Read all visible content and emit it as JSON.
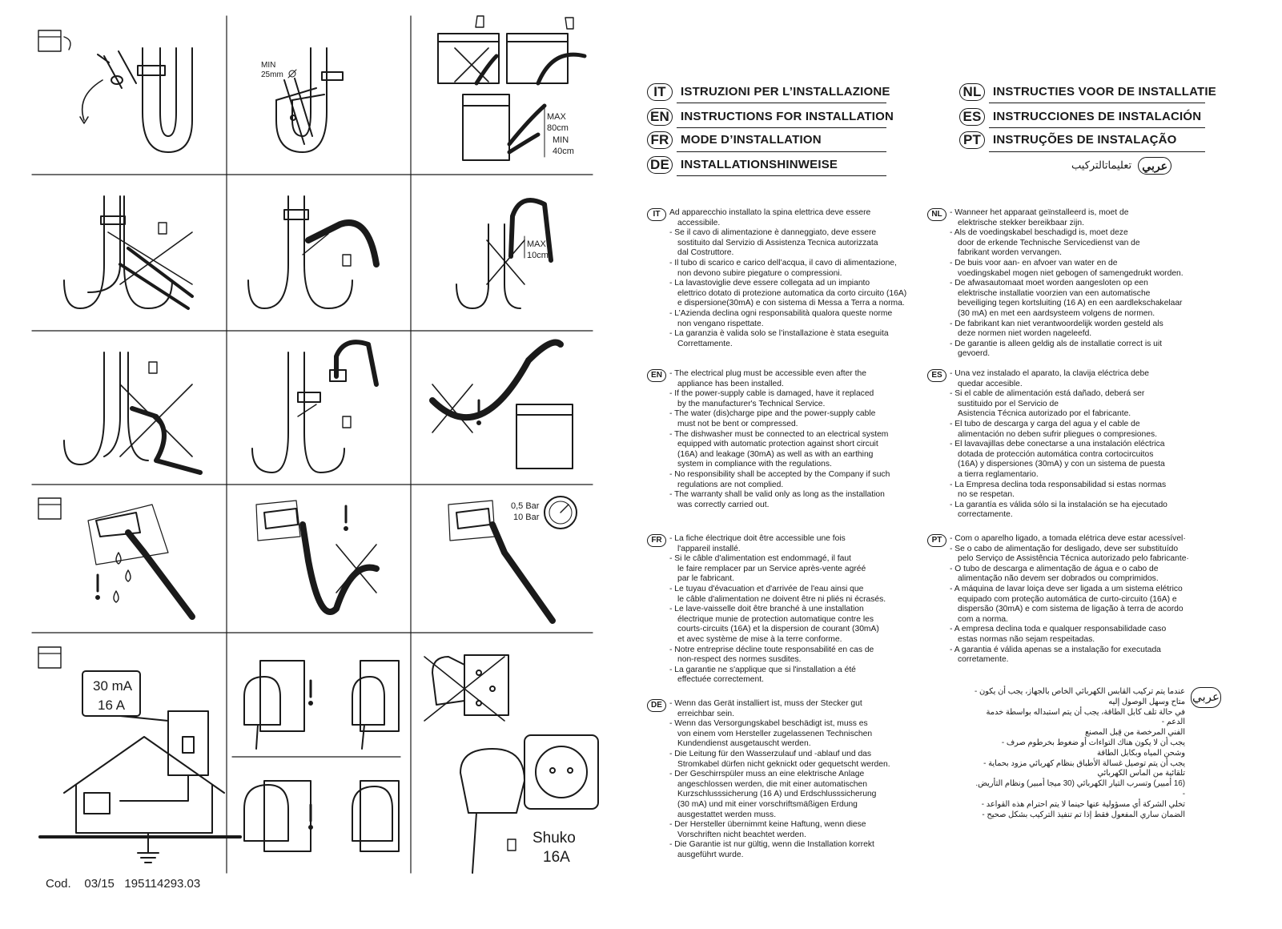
{
  "headers": {
    "IT": {
      "code": "IT",
      "title": "ISTRUZIONI PER L’INSTALLAZIONE"
    },
    "EN": {
      "code": "EN",
      "title": "INSTRUCTIONS FOR INSTALLATION"
    },
    "FR": {
      "code": "FR",
      "title": "MODE D’INSTALLATION"
    },
    "DE": {
      "code": "DE",
      "title": "INSTALLATIONSHINWEISE"
    },
    "NL": {
      "code": "NL",
      "title": "INSTRUCTIES VOOR DE INSTALLATIE"
    },
    "ES": {
      "code": "ES",
      "title": "INSTRUCCIONES DE INSTALACIÓN"
    },
    "PT": {
      "code": "PT",
      "title": "INSTRUÇÕES DE INSTALAÇÃO"
    },
    "AR": {
      "code": "عربي",
      "title": "تعليماتالتركيب"
    }
  },
  "sections": {
    "IT": [
      "Ad apparecchio installato la spina elettrica deve essere",
      "accessibile.",
      "- Se il cavo di alimentazione è danneggiato, deve essere",
      "sostituito dal Servizio di Assistenza Tecnica autorizzata",
      "dal Costruttore.",
      "- Il tubo di scarico e carico dell’acqua, il cavo di alimentazione,",
      "non devono subire piegature o compressioni.",
      "- La lavastoviglie deve essere collegata ad un impianto",
      "elettrico dotato di protezione automatica da corto circuito (16A)",
      "e dispersione(30mA)  e con sistema di Messa a Terra a norma.",
      "- L’Azienda declina ogni responsabilità qualora queste norme",
      "non vengano rispettate.",
      "- La garanzia è valida solo se l’installazione è stata eseguita",
      "Correttamente."
    ],
    "EN": [
      "- The electrical plug must be accessible even after the",
      "appliance has been installed.",
      "- If the power-supply cable is damaged, have it replaced",
      "by the manufacturer's Technical Service.",
      "- The water (dis)charge pipe and the power-supply cable",
      "must not be bent or compressed.",
      "- The dishwasher must be connected to an electrical system",
      "equipped with automatic protection  against short circuit",
      "(16A) and leakage (30mA) as well as with an earthing",
      "system in compliance with the regulations.",
      "- No responsibility shall be accepted by the Company if such",
      "regulations are not complied.",
      "- The warranty shall be valid only as long as the installation",
      "was correctly carried out."
    ],
    "FR": [
      "- La fiche électrique doit être accessible une fois",
      "l'appareil installé.",
      "- Si le câble d'alimentation est endommagé, il faut",
      "le faire remplacer par un Service après-vente agréé",
      "par le fabricant.",
      "- Le tuyau d'évacuation et d'arrivée de l'eau ainsi que",
      "le câble d'alimentation ne doivent être ni pliés ni écrasés.",
      "- Le lave-vaisselle doit être branché à une installation",
      "électrique munie de protection automatique contre les",
      "courts-circuits (16A) et la dispersion de courant (30mA)",
      "et avec système de mise à la terre conforme.",
      "- Notre entreprise décline toute responsabilité en cas de",
      "non-respect des normes susdites.",
      "- La garantie ne s'applique que si l'installation a été",
      "effectuée correctement."
    ],
    "DE": [
      "- Wenn das Gerät installiert ist, muss der Stecker gut",
      "erreichbar sein.",
      "- Wenn das Versorgungskabel beschädigt ist, muss es",
      "von einem vom Hersteller zugelassenen Technischen",
      "Kundendienst ausgetauscht werden.",
      "- Die Leitung für den Wasserzulauf und -ablauf und das",
      "Stromkabel dürfen nicht geknickt oder gequetscht werden.",
      "- Der Geschirrspüler muss an eine elektrische Anlage",
      "angeschlossen werden, die mit einer automatischen",
      "Kurzschlusssicherung (16 A) und Erdschlusssicherung",
      "(30 mA) und mit einer vorschriftsmäßigen Erdung",
      "ausgestattet werden muss.",
      "- Der Hersteller übernimmt keine Haftung, wenn diese",
      "Vorschriften nicht beachtet werden.",
      "- Die Garantie ist nur gültig, wenn die Installation korrekt",
      "ausgeführt wurde."
    ],
    "NL": [
      "- Wanneer het apparaat geïnstalleerd is, moet de",
      "elektrische stekker bereikbaar zijn.",
      "- Als de voedingskabel beschadigd is, moet deze",
      "door de erkende Technische Servicedienst van de",
      "fabrikant worden vervangen.",
      "- De buis voor aan- en afvoer van water en de",
      "voedingskabel mogen niet gebogen of samengedrukt worden.",
      "- De afwasautomaat moet worden aangesloten op een",
      "elektrische installatie voorzien van een automatische",
      "beveiliging tegen kortsluiting (16 A) en een aardlekschakelaar",
      "(30 mA) en met een aardsysteem volgens de normen.",
      "- De fabrikant kan niet verantwoordelijk worden gesteld als",
      "deze normen niet worden nageleefd.",
      "- De garantie is alleen geldig als de installatie correct is uit",
      "gevoerd."
    ],
    "ES": [
      "- Una vez instalado el aparato, la clavija eléctrica debe",
      "quedar accesible.",
      "- Si el cable de alimentación está dañado, deberá ser",
      "sustituido por el Servicio de",
      "Asistencia Técnica autorizado por el fabricante.",
      "- El tubo de descarga y carga del agua y el cable de",
      "alimentación no deben sufrir pliegues o compresiones.",
      "- El lavavajillas debe conectarse a una instalación eléctrica",
      "dotada de protección automática contra cortocircuitos",
      "(16A) y dispersiones (30mA) y con un sistema de puesta",
      "a tierra reglamentario.",
      "- La Empresa declina toda responsabilidad si estas normas",
      "no se respetan.",
      "- La garantía es válida sólo si la instalación se ha ejecutado",
      "correctamente."
    ],
    "PT": [
      "- Com o aparelho ligado, a tomada elétrica deve estar acessível·",
      "- Se o cabo de alimentação for desligado, deve ser substituído",
      "pelo Serviço de Assistência Técnica autorizado pelo fabricante·",
      "- O tubo de descarga e alimentação de água e o cabo de",
      "alimentação não devem ser dobrados ou comprimidos.",
      "- A máquina de lavar loiça deve ser ligada a um sistema elétrico",
      "equipado com proteção automática de curto-circuito (16A) e",
      "dispersão (30mA) e com sistema de ligação à terra de acordo",
      "com a norma.",
      "- A empresa declina toda e qualquer responsabilidade caso",
      "estas normas não sejam respeitadas.",
      "- A garantia é válida apenas se a instalação for executada",
      "corretamente."
    ],
    "AR": [
      "عندما يتم تركيب القابس الكهربائي الخاص بالجهاز، يجب أن يكون -",
      "متاح وسهل الوصول إليه",
      "في حالة تلف كابل الطاقة، يجب أن يتم استبداله بواسطة خدمة الدعم -",
      "الفني المرخصة من قِبل المصنع",
      "يجب أن لا يكون هناك التواءات أو ضغوط بخرطوم صرف -",
      "وشحن المياه وبكابل الطاقة",
      "يجب أن يتم توصيل غسالة الأطباق بنظام كهربائي مزود بحماية -",
      "تلقائية من الماس الكهربائي",
      "(16 أمبير) وتسرب التيار الكهربائي (30 ميجا أمبير) ونظام التأريض. -",
      "تخلي الشركة أي مسؤولية عنها حينما لا يتم احترام هذه القواعد -",
      "الضمان ساري المفعول فقط إذا تم تنفيذ التركيب بشكل صحيح -"
    ]
  },
  "illustration_labels": {
    "min_diameter": "MIN",
    "min_diameter_value": "25mm",
    "max_height": "MAX",
    "max_height_value": "80cm",
    "min_height": "MIN",
    "min_height_value": "40cm",
    "max_hook": "MAX",
    "max_hook_value": "10cm",
    "pressure_low": "0,5 Bar",
    "pressure_high": "10 Bar",
    "breaker_current": "30 mA",
    "breaker_rating": "16 A",
    "plug_type": "Shuko",
    "plug_rating": "16A"
  },
  "footer": {
    "cod_label": "Cod.",
    "date": "03/15",
    "number": "195114293.03"
  }
}
